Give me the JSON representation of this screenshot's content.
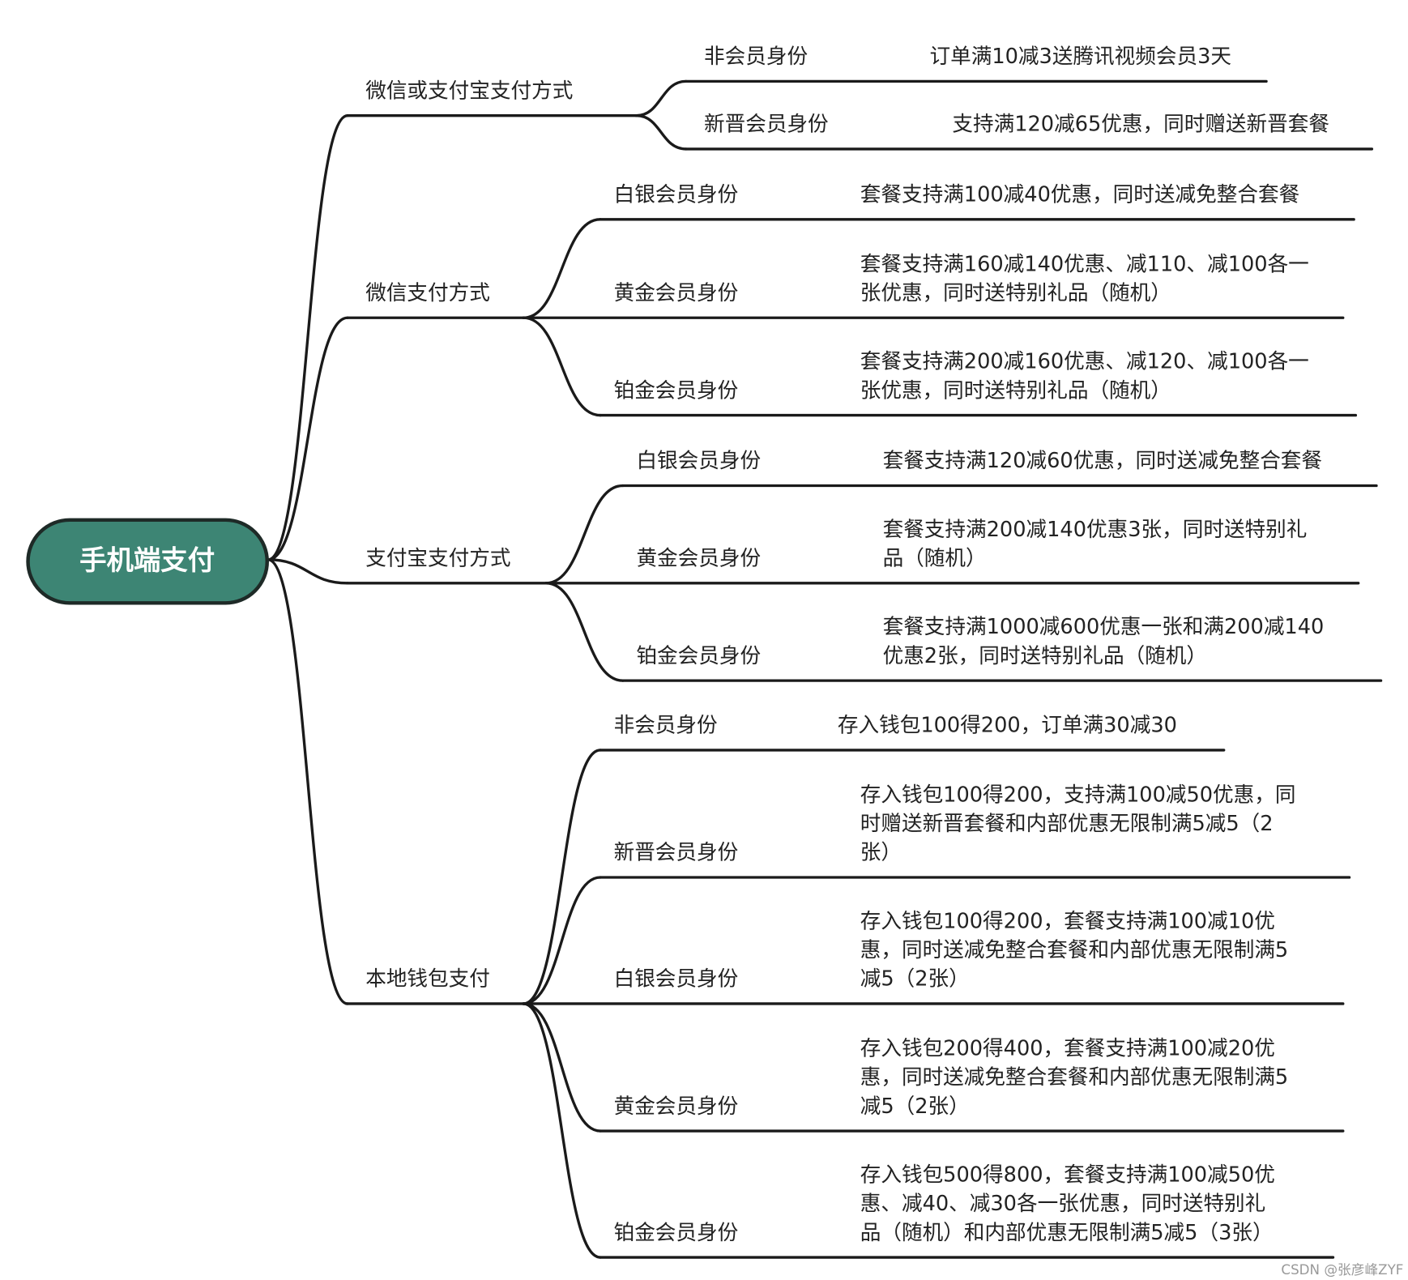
{
  "root": {
    "label": "手机端支付",
    "fill": "#3d8574",
    "stroke": "#1e2a27"
  },
  "branches": [
    {
      "label": "微信或支付宝支付方式",
      "children": [
        {
          "label": "非会员身份",
          "desc": [
            "订单满10减3送腾讯视频会员3天"
          ]
        },
        {
          "label": "新晋会员身份",
          "desc": [
            "支持满120减65优惠，同时赠送新晋套餐"
          ]
        }
      ]
    },
    {
      "label": "微信支付方式",
      "children": [
        {
          "label": "白银会员身份",
          "desc": [
            "套餐支持满100减40优惠，同时送减免整合套餐"
          ]
        },
        {
          "label": "黄金会员身份",
          "desc": [
            "套餐支持满160减140优惠、减110、减100各一",
            "张优惠，同时送特别礼品（随机）"
          ]
        },
        {
          "label": "铂金会员身份",
          "desc": [
            "套餐支持满200减160优惠、减120、减100各一",
            "张优惠，同时送特别礼品（随机）"
          ]
        }
      ]
    },
    {
      "label": "支付宝支付方式",
      "children": [
        {
          "label": "白银会员身份",
          "desc": [
            "套餐支持满120减60优惠，同时送减免整合套餐"
          ]
        },
        {
          "label": "黄金会员身份",
          "desc": [
            "套餐支持满200减140优惠3张，同时送特别礼",
            "品（随机）"
          ]
        },
        {
          "label": "铂金会员身份",
          "desc": [
            "套餐支持满1000减600优惠一张和满200减140",
            "优惠2张，同时送特别礼品（随机）"
          ]
        }
      ]
    },
    {
      "label": "本地钱包支付",
      "children": [
        {
          "label": "非会员身份",
          "desc": [
            "存入钱包100得200，订单满30减30"
          ]
        },
        {
          "label": "新晋会员身份",
          "desc": [
            "存入钱包100得200，支持满100减50优惠，同",
            "时赠送新晋套餐和内部优惠无限制满5减5（2",
            "张）"
          ]
        },
        {
          "label": "白银会员身份",
          "desc": [
            "存入钱包100得200，套餐支持满100减10优",
            "惠，同时送减免整合套餐和内部优惠无限制满5",
            "减5（2张）"
          ]
        },
        {
          "label": "黄金会员身份",
          "desc": [
            "存入钱包200得400，套餐支持满100减20优",
            "惠，同时送减免整合套餐和内部优惠无限制满5",
            "减5（2张）"
          ]
        },
        {
          "label": "铂金会员身份",
          "desc": [
            "存入钱包500得800，套餐支持满100减50优",
            "惠、减40、减30各一张优惠，同时送特别礼",
            "品（随机）和内部优惠无限制满5减5（3张）"
          ]
        }
      ]
    }
  ],
  "watermark": "CSDN @张彦峰ZYF"
}
